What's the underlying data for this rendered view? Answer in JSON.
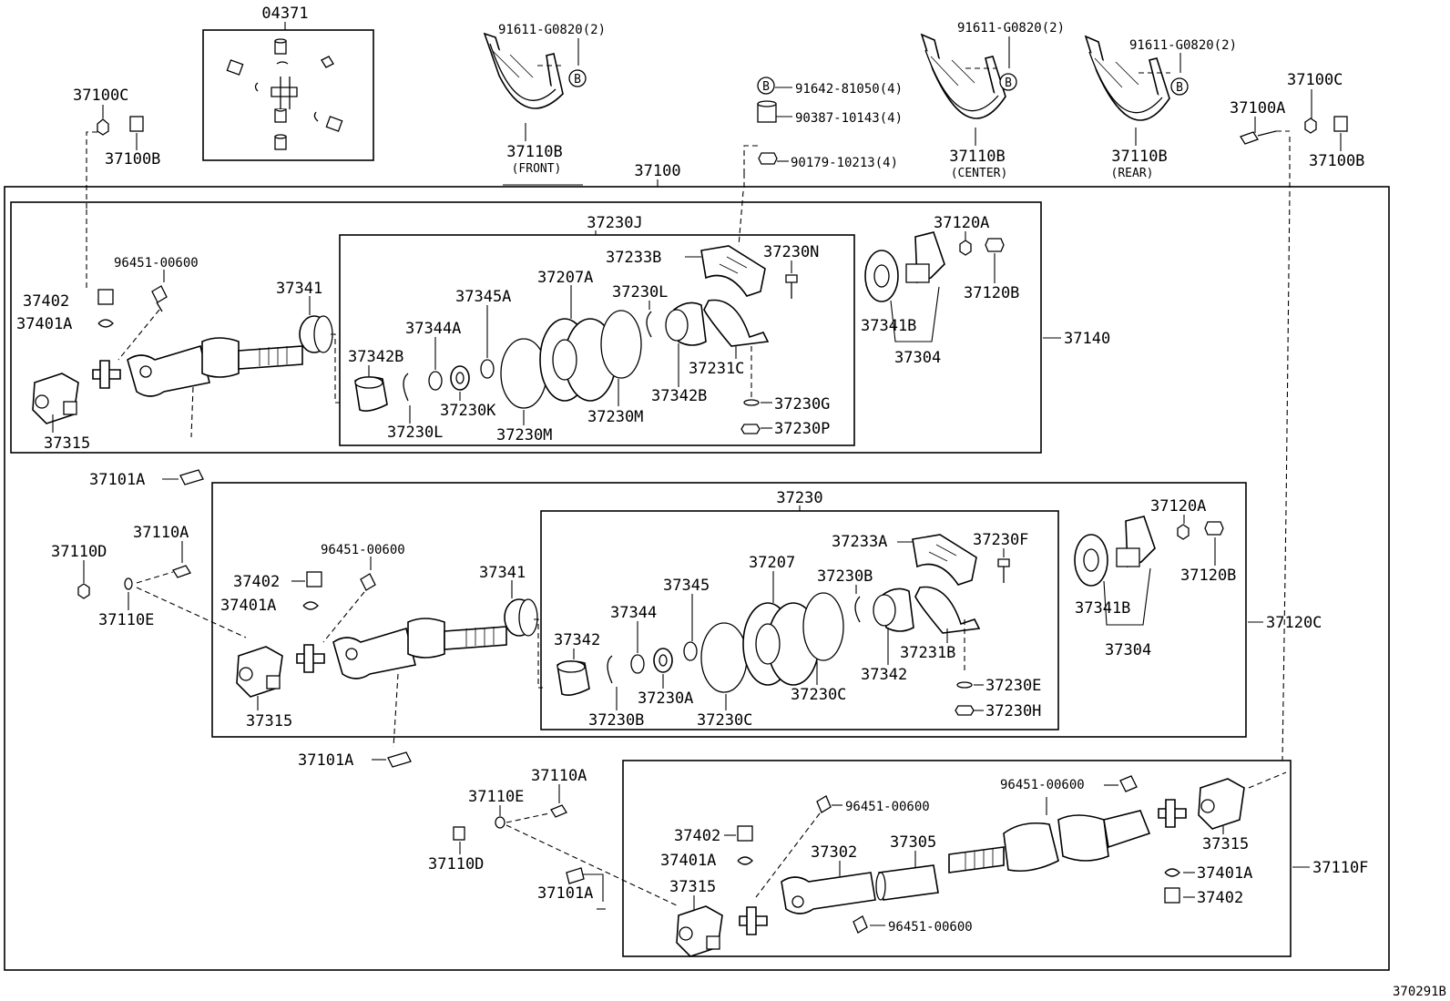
{
  "diagram_id": "370291B",
  "labels": {
    "kit": "04371",
    "bolt_a": "91611-G0820(2)",
    "bolt_b": "91611-G0820(2)",
    "bolt_c": "91611-G0820(2)",
    "clamp_front": "37110B",
    "clamp_front_note": "(FRONT)",
    "clamp_center": "37110B",
    "clamp_center_note": "(CENTER)",
    "clamp_rear": "37110B",
    "clamp_rear_note": "(REAR)",
    "bolt_91642": "91642-81050(4)",
    "cushion_90387": "90387-10143(4)",
    "nut_90179": "90179-10213(4)",
    "b_mark": "B",
    "c100_left": "37100C",
    "b100_left": "37100B",
    "c100_right": "37100C",
    "a100_right": "37100A",
    "b100_right": "37100B",
    "assembly": "37100",
    "s1": {
      "group": "37140",
      "sub": "37230J",
      "p37402": "37402",
      "p37401A": "37401A",
      "p96451": "96451-00600",
      "p37341": "37341",
      "p37315": "37315",
      "p37342B_1": "37342B",
      "p37230L_1": "37230L",
      "p37344A": "37344A",
      "p37230K": "37230K",
      "p37345A": "37345A",
      "p37230M_1": "37230M",
      "p37207A": "37207A",
      "p37230M_2": "37230M",
      "p37230L_2": "37230L",
      "p37342B_2": "37342B",
      "p37233B": "37233B",
      "p37230N": "37230N",
      "p37231C": "37231C",
      "p37230G": "37230G",
      "p37230P": "37230P",
      "p37341B": "37341B",
      "p37304": "37304",
      "p37120A": "37120A",
      "p37120B": "37120B",
      "p37101A": "37101A"
    },
    "s2": {
      "group": "37120C",
      "sub": "37230",
      "p37110D": "37110D",
      "p37110A": "37110A",
      "p37110E": "37110E",
      "p37402": "37402",
      "p37401A": "37401A",
      "p96451": "96451-00600",
      "p37341": "37341",
      "p37315": "37315",
      "p37342_1": "37342",
      "p37230B_1": "37230B",
      "p37344": "37344",
      "p37230A": "37230A",
      "p37345": "37345",
      "p37230C_1": "37230C",
      "p37207": "37207",
      "p37230C_2": "37230C",
      "p37230B_2": "37230B",
      "p37342_2": "37342",
      "p37233A": "37233A",
      "p37230F": "37230F",
      "p37231B": "37231B",
      "p37230E": "37230E",
      "p37230H": "37230H",
      "p37341B": "37341B",
      "p37304": "37304",
      "p37120A": "37120A",
      "p37120B": "37120B",
      "p37101A": "37101A"
    },
    "s3": {
      "group": "37110F",
      "p37110E": "37110E",
      "p37110A": "37110A",
      "p37110D": "37110D",
      "p37101A": "37101A",
      "p37402_l": "37402",
      "p37401A_l": "37401A",
      "p37315_l": "37315",
      "p96451_top": "96451-00600",
      "p37302": "37302",
      "p37305": "37305",
      "p96451_bot": "96451-00600",
      "p96451_r": "96451-00600",
      "p37315_r": "37315",
      "p37401A_r": "37401A",
      "p37402_r": "37402"
    }
  }
}
